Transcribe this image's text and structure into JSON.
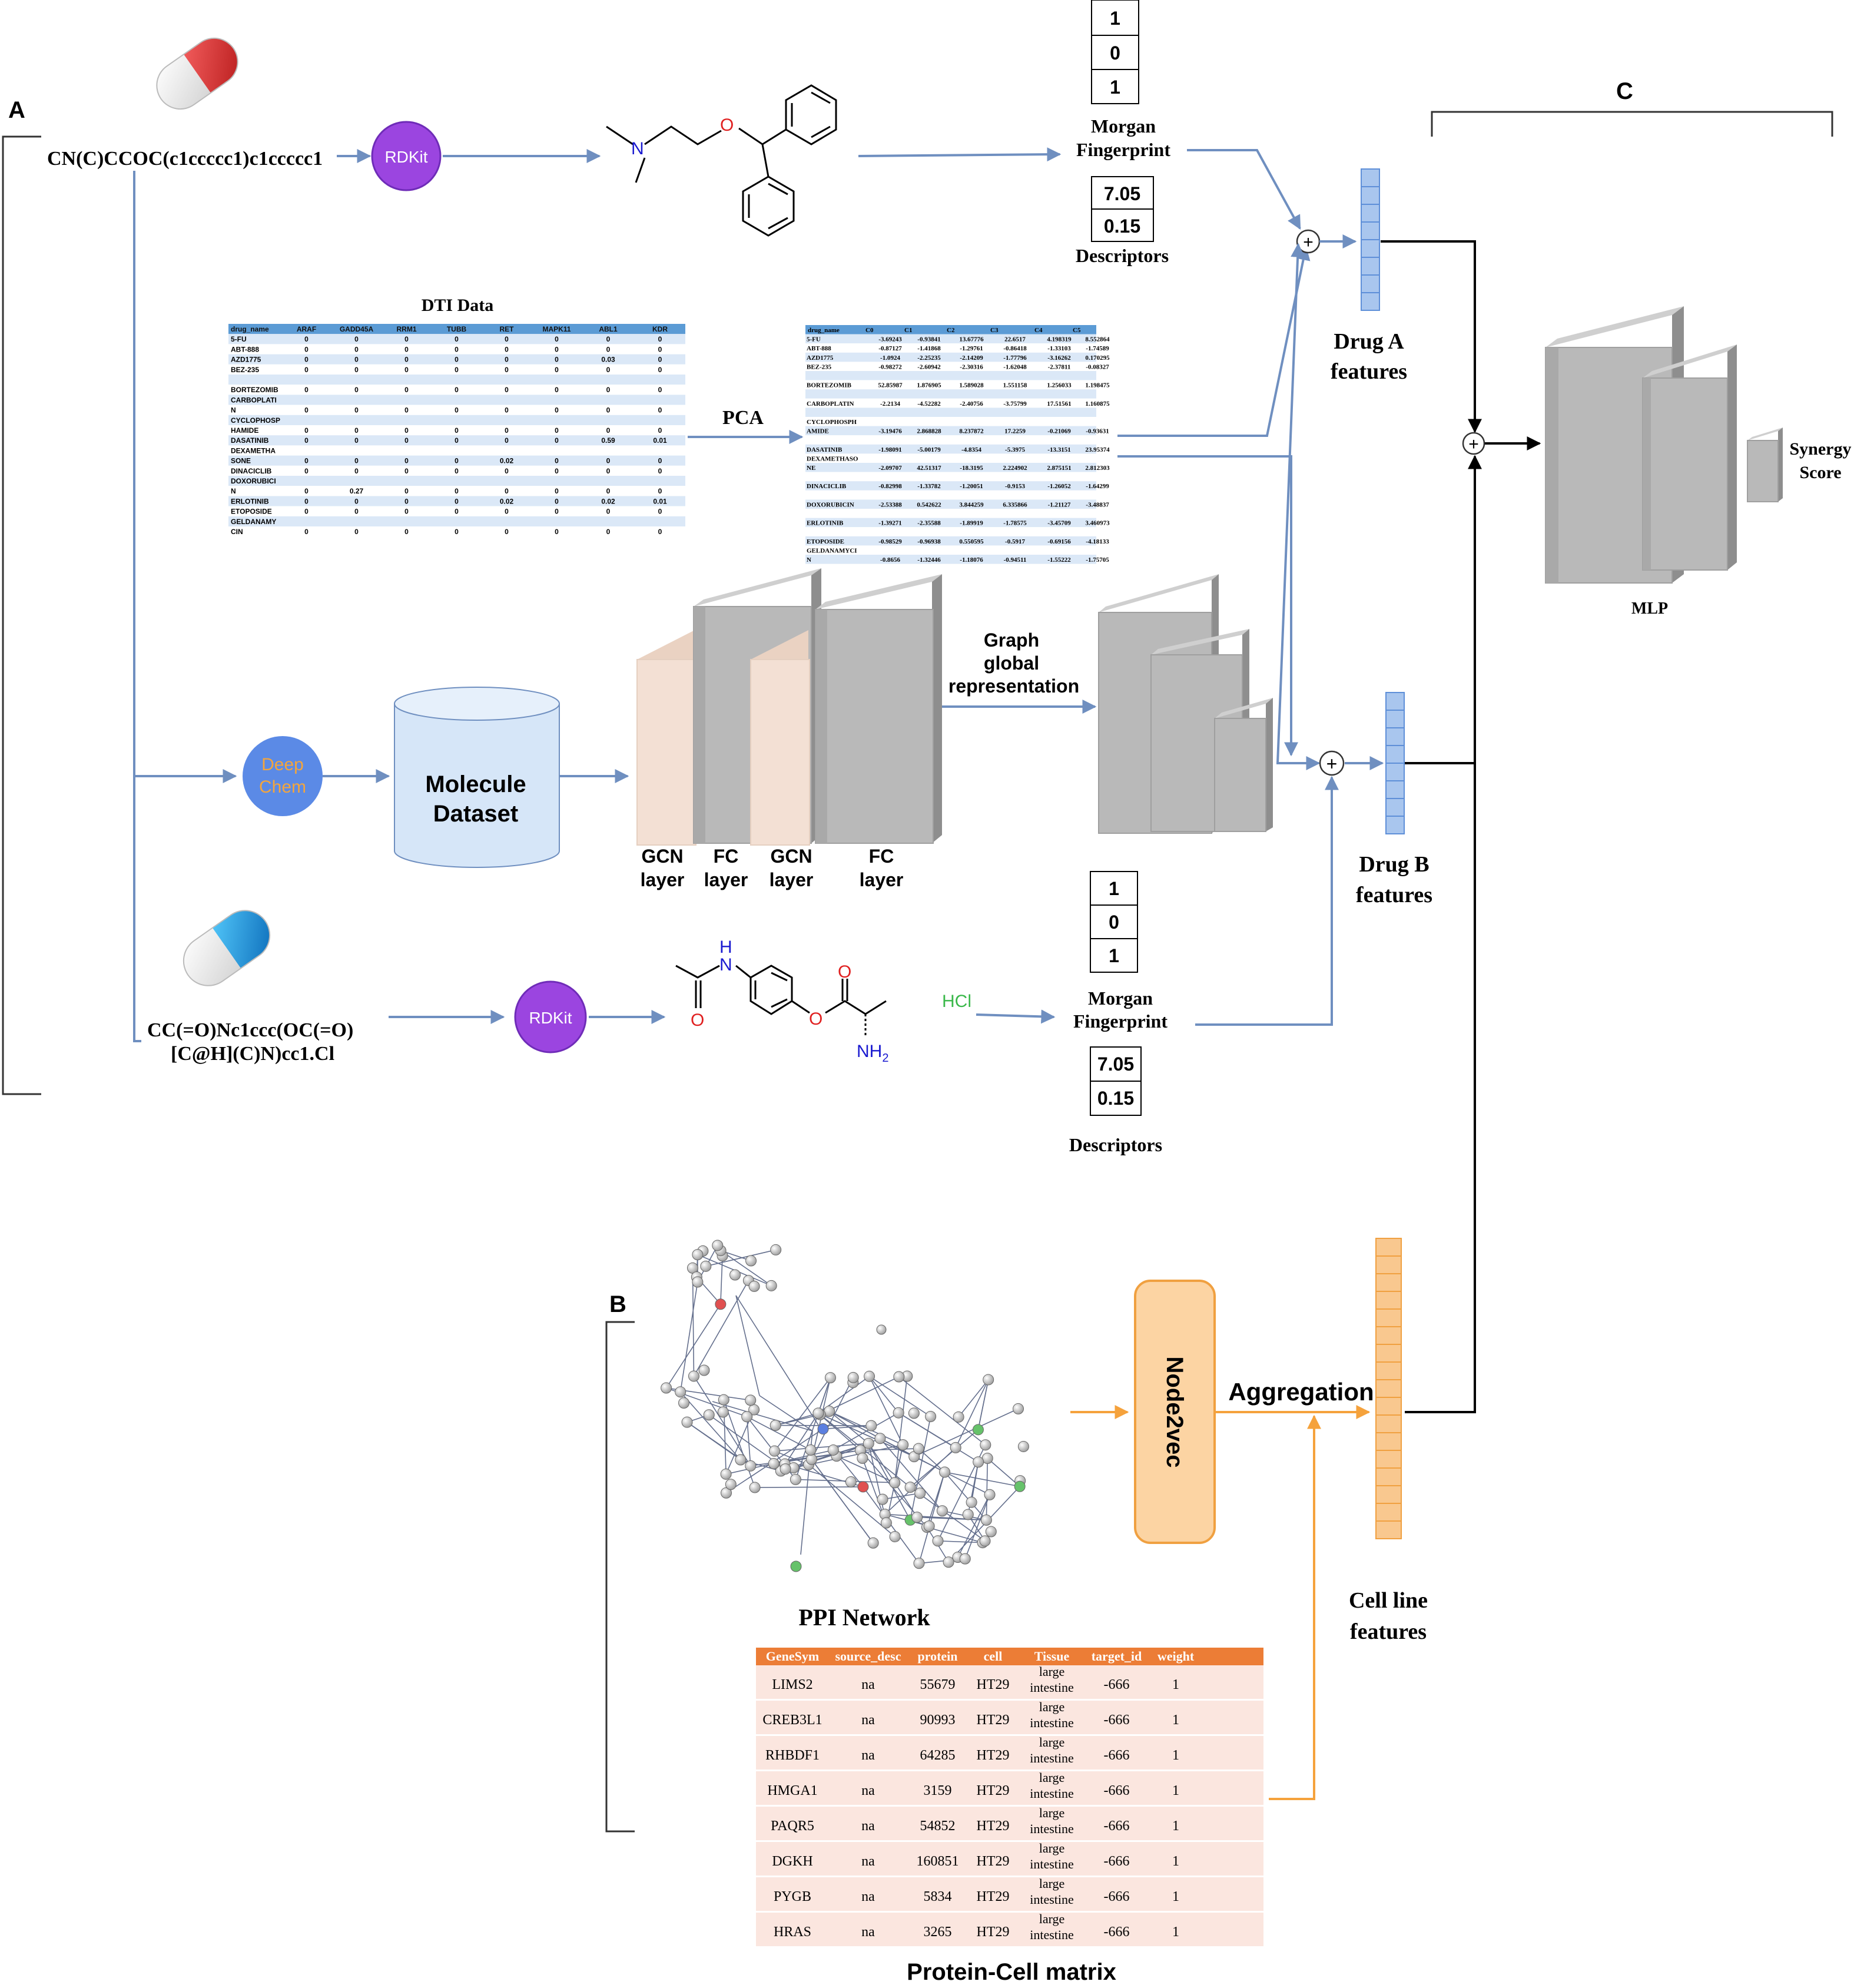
{
  "colors": {
    "blue_arrow": "#6f8fc0",
    "orange_arrow": "#f5a23c",
    "gray_layer": "#b9b9b9",
    "gcn_layer": "#f3e0d4",
    "feature_blue": "#a9c6ee",
    "feature_orange": "#f9c88f",
    "node_purple": "#9b45e0",
    "node_blue": "#5b8ae6",
    "table_header": "#ec7d36",
    "table_row": "#fbe6df",
    "dti_header": "#5b9bd5",
    "dti_row": "#dbe8f7",
    "cylinder": "#d6e6f8"
  },
  "sections": {
    "a": "A",
    "b": "B",
    "c": "C"
  },
  "drug_a": {
    "smiles": "CN(C)CCOC(c1ccccc1)c1ccccc1",
    "tool": "RDKit",
    "fingerprint_bits": [
      "1",
      "0",
      "1"
    ],
    "fingerprint_label_1": "Morgan",
    "fingerprint_label_2": "Fingerprint",
    "descriptors": [
      "7.05",
      "0.15"
    ],
    "descriptors_label": "Descriptors",
    "features_label_1": "Drug A",
    "features_label_2": "features"
  },
  "drug_b": {
    "smiles_1": "CC(=O)Nc1ccc(OC(=O)",
    "smiles_2": "[C@H](C)N)cc1.Cl",
    "tool": "RDKit",
    "salt": "HCl",
    "atom_n": "N",
    "atom_h": "H",
    "atom_o": "O",
    "atom_nh2": "NH",
    "atom_nh2_sub": "2",
    "fingerprint_bits": [
      "1",
      "0",
      "1"
    ],
    "fingerprint_label_1": "Morgan",
    "fingerprint_label_2": "Fingerprint",
    "descriptors": [
      "7.05",
      "0.15"
    ],
    "descriptors_label": "Descriptors",
    "features_label_1": "Drug B",
    "features_label_2": "features"
  },
  "drug_a_atoms": {
    "n": "N",
    "o": "O"
  },
  "dti": {
    "title": "DTI Data",
    "header": [
      "drug_name",
      "ARAF",
      "GADD45A",
      "RRM1",
      "TUBB",
      "RET",
      "MAPK11",
      "ABL1",
      "KDR"
    ],
    "rows": [
      [
        "5-FU",
        "0",
        "0",
        "0",
        "0",
        "0",
        "0",
        "0",
        "0"
      ],
      [
        "ABT-888",
        "0",
        "0",
        "0",
        "0",
        "0",
        "0",
        "0",
        "0"
      ],
      [
        "AZD1775",
        "0",
        "0",
        "0",
        "0",
        "0",
        "0",
        "0.03",
        "0"
      ],
      [
        "BEZ-235",
        "0",
        "0",
        "0",
        "0",
        "0",
        "0",
        "0",
        "0"
      ],
      [
        "",
        "",
        "",
        "",
        "",
        "",
        "",
        "",
        ""
      ],
      [
        "BORTEZOMIB",
        "0",
        "0",
        "0",
        "0",
        "0",
        "0",
        "0",
        "0"
      ],
      [
        "CARBOPLATI",
        "",
        "",
        "",
        "",
        "",
        "",
        "",
        ""
      ],
      [
        "N",
        "0",
        "0",
        "0",
        "0",
        "0",
        "0",
        "0",
        "0"
      ],
      [
        "CYCLOPHOSP",
        "",
        "",
        "",
        "",
        "",
        "",
        "",
        ""
      ],
      [
        "HAMIDE",
        "0",
        "0",
        "0",
        "0",
        "0",
        "0",
        "0",
        "0"
      ],
      [
        "DASATINIB",
        "0",
        "0",
        "0",
        "0",
        "0",
        "0",
        "0.59",
        "0.01"
      ],
      [
        "DEXAMETHA",
        "",
        "",
        "",
        "",
        "",
        "",
        "",
        ""
      ],
      [
        "SONE",
        "0",
        "0",
        "0",
        "0",
        "0.02",
        "0",
        "0",
        "0"
      ],
      [
        "DINACICLIB",
        "0",
        "0",
        "0",
        "0",
        "0",
        "0",
        "0",
        "0"
      ],
      [
        "DOXORUBICI",
        "",
        "",
        "",
        "",
        "",
        "",
        "",
        ""
      ],
      [
        "N",
        "0",
        "0.27",
        "0",
        "0",
        "0",
        "0",
        "0",
        "0"
      ],
      [
        "ERLOTINIB",
        "0",
        "0",
        "0",
        "0",
        "0.02",
        "0",
        "0.02",
        "0.01"
      ],
      [
        "ETOPOSIDE",
        "0",
        "0",
        "0",
        "0",
        "0",
        "0",
        "0",
        "0"
      ],
      [
        "GELDANAMY",
        "",
        "",
        "",
        "",
        "",
        "",
        "",
        ""
      ],
      [
        "CIN",
        "0",
        "0",
        "0",
        "0",
        "0",
        "0",
        "0",
        "0"
      ]
    ]
  },
  "pca": {
    "label": "PCA",
    "header": [
      "drug_name",
      "C0",
      "C1",
      "C2",
      "C3",
      "C4",
      "C5"
    ],
    "rows": [
      [
        "5-FU",
        "-3.69243",
        "-0.93841",
        "13.67776",
        "22.6517",
        "4.198319",
        "8.552864"
      ],
      [
        "ABT-888",
        "-0.87127",
        "-1.41868",
        "-1.29761",
        "-0.86418",
        "-1.33103",
        "-1.74589"
      ],
      [
        "AZD1775",
        "-1.0924",
        "-2.25235",
        "-2.14209",
        "-1.77796",
        "-3.16262",
        "0.170295"
      ],
      [
        "BEZ-235",
        "-0.98272",
        "-2.60942",
        "-2.30316",
        "-1.62048",
        "-2.37811",
        "-0.08327"
      ],
      [
        "",
        "",
        "",
        "",
        "",
        "",
        ""
      ],
      [
        "BORTEZOMIB",
        "52.85987",
        "1.876905",
        "1.589028",
        "1.551158",
        "1.256033",
        "1.198475"
      ],
      [
        "",
        "",
        "",
        "",
        "",
        "",
        ""
      ],
      [
        "CARBOPLATIN",
        "-2.2134",
        "-4.52282",
        "-2.40756",
        "-3.75799",
        "17.51561",
        "1.160875"
      ],
      [
        "",
        "",
        "",
        "",
        "",
        "",
        ""
      ],
      [
        "CYCLOPHOSPH",
        "",
        "",
        "",
        "",
        "",
        ""
      ],
      [
        "AMIDE",
        "-3.19476",
        "2.868828",
        "8.237872",
        "17.2259",
        "-0.21069",
        "-0.93631"
      ],
      [
        "",
        "",
        "",
        "",
        "",
        "",
        ""
      ],
      [
        "DASATINIB",
        "-1.98091",
        "-5.00179",
        "-4.8354",
        "-5.3975",
        "-13.3151",
        "23.95374"
      ],
      [
        "DEXAMETHASO",
        "",
        "",
        "",
        "",
        "",
        ""
      ],
      [
        "NE",
        "-2.09707",
        "42.51317",
        "-18.3195",
        "2.224902",
        "2.875151",
        "2.812303"
      ],
      [
        "",
        "",
        "",
        "",
        "",
        "",
        ""
      ],
      [
        "DINACICLIB",
        "-0.82998",
        "-1.33782",
        "-1.20051",
        "-0.9153",
        "-1.26052",
        "-1.64299"
      ],
      [
        "",
        "",
        "",
        "",
        "",
        "",
        ""
      ],
      [
        "DOXORUBICIN",
        "-2.53388",
        "0.542622",
        "3.844259",
        "6.335866",
        "-1.21127",
        "-3.48837"
      ],
      [
        "",
        "",
        "",
        "",
        "",
        "",
        ""
      ],
      [
        "ERLOTINIB",
        "-1.39271",
        "-2.35588",
        "-1.89919",
        "-1.78575",
        "-3.45709",
        "3.460973"
      ],
      [
        "",
        "",
        "",
        "",
        "",
        "",
        ""
      ],
      [
        "ETOPOSIDE",
        "-0.98529",
        "-0.96938",
        "0.550595",
        "-0.5917",
        "-0.69156",
        "-4.18133"
      ],
      [
        "GELDANAMYCI",
        "",
        "",
        "",
        "",
        "",
        ""
      ],
      [
        "N",
        "-0.8656",
        "-1.32446",
        "-1.18076",
        "-0.94511",
        "-1.55222",
        "-1.75705"
      ]
    ]
  },
  "deepchem": {
    "line1": "Deep",
    "line2": "Chem"
  },
  "dataset": {
    "line1": "Molecule",
    "line2": "Dataset"
  },
  "layers": {
    "gcn1_1": "GCN",
    "gcn1_2": "layer",
    "fc1_1": "FC",
    "fc1_2": "layer",
    "gcn2_1": "GCN",
    "gcn2_2": "layer",
    "fc2_1": "FC",
    "fc2_2": "layer"
  },
  "graph_rep": {
    "line1": "Graph",
    "line2": "global",
    "line3": "representation"
  },
  "mlp": {
    "label": "MLP",
    "output_1": "Synergy",
    "output_2": "Score"
  },
  "ppi": {
    "label": "PPI Network"
  },
  "node2vec": "Node2vec",
  "aggregation": "Aggregation",
  "cell_line": {
    "line1": "Cell line",
    "line2": "features"
  },
  "protein_cell": {
    "title": "Protein-Cell matrix",
    "header": [
      "GeneSym",
      "source_desc",
      "protein",
      "cell",
      "Tissue",
      "target_id",
      "weight"
    ],
    "rows": [
      [
        "LIMS2",
        "na",
        "55679",
        "HT29",
        "large",
        "intestine",
        "-666",
        "1"
      ],
      [
        "CREB3L1",
        "na",
        "90993",
        "HT29",
        "large",
        "intestine",
        "-666",
        "1"
      ],
      [
        "RHBDF1",
        "na",
        "64285",
        "HT29",
        "large",
        "intestine",
        "-666",
        "1"
      ],
      [
        "HMGA1",
        "na",
        "3159",
        "HT29",
        "large",
        "intestine",
        "-666",
        "1"
      ],
      [
        "PAQR5",
        "na",
        "54852",
        "HT29",
        "large",
        "intestine",
        "-666",
        "1"
      ],
      [
        "DGKH",
        "na",
        "160851",
        "HT29",
        "large",
        "intestine",
        "-666",
        "1"
      ],
      [
        "PYGB",
        "na",
        "5834",
        "HT29",
        "large",
        "intestine",
        "-666",
        "1"
      ],
      [
        "HRAS",
        "na",
        "3265",
        "HT29",
        "large",
        "intestine",
        "-666",
        "1"
      ]
    ]
  },
  "plus": "+"
}
